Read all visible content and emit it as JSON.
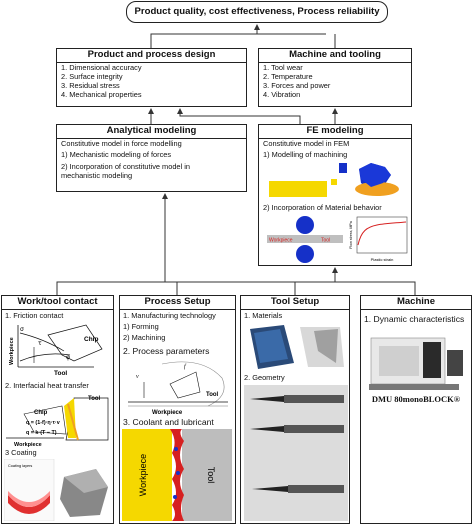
{
  "top": {
    "title": "Product quality, cost effectiveness, Process reliability"
  },
  "product_design": {
    "title": "Product and process design",
    "items": [
      "1. Dimensional accuracy",
      "2. Surface integrity",
      "3. Residual stress",
      "4. Mechanical properties"
    ]
  },
  "machine_tooling": {
    "title": "Machine and tooling",
    "items": [
      "1. Tool wear",
      "2. Temperature",
      "3. Forces and power",
      "4. Vibration"
    ]
  },
  "analytical": {
    "title": "Analytical modeling",
    "line1": "Constitutive model in force modelling",
    "line2": "1)  Mechanistic modeling of forces",
    "line3": "2)  Incorporation of constitutive model in",
    "line4": "mechanistic modeling"
  },
  "fe": {
    "title": "FE modeling",
    "line1": "Constitutive model in FEM",
    "line2": "1)  Modelling of machining",
    "line3": "2)  Incorporation of Material behavior",
    "roll_label1": "Workpiece",
    "roll_label2": "Tool",
    "plot_xlabel": "Plastic strain",
    "plot_ylabel": "Flow stress, MPa"
  },
  "work_tool": {
    "title": "Work/tool contact",
    "item1": "1.  Friction contact",
    "item2": "2.  Interfacial heat transfer",
    "item3": "3  Coating",
    "chip": "Chip",
    "tool": "Tool",
    "workpiece": "Workpiece",
    "sigma": "σ",
    "tau": "τ",
    "phi": "φ",
    "heat_eq1": "q = (1-f)·η·τ·v",
    "heat_eq2": "q = k·(T − T)",
    "coating_label": "Coating layers"
  },
  "process_setup": {
    "title": "Process Setup",
    "item1": "1. Manufacturing technology",
    "item1a": "1)  Forming",
    "item1b": "2)  Machining",
    "item2": "2. Process parameters",
    "item3": "3. Coolant and lubricant",
    "vc": "v",
    "fz": "f",
    "tool": "Tool",
    "workpiece": "Workpiece",
    "coolant_workpiece": "Workpiece",
    "coolant_tool": "Tool"
  },
  "tool_setup": {
    "title": "Tool Setup",
    "item1": "1. Materials",
    "item2": "2. Geometry"
  },
  "machine": {
    "title": "Machine",
    "item1": "1. Dynamic characteristics",
    "model": "DMU 80monoBLOCK®"
  },
  "colors": {
    "arrow": "#333333",
    "yellow": "#f5d800",
    "blue": "#1530c8",
    "red": "#d62020",
    "orange": "#f0a020"
  }
}
